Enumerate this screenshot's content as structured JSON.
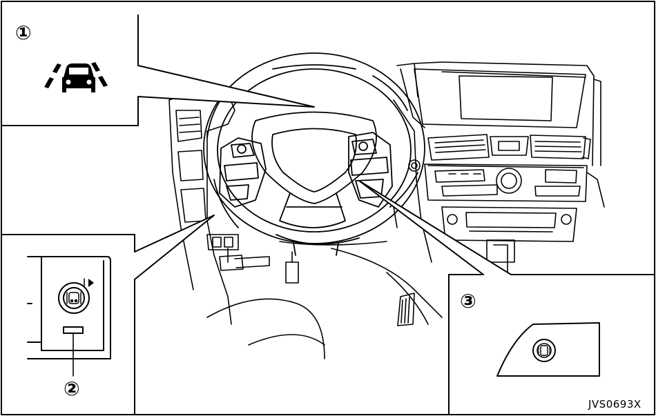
{
  "callouts": {
    "c1": "①",
    "c2": "②",
    "c3": "③"
  },
  "figure_code": "JVS0693X",
  "icons": {
    "lane_warning": "lane-departure-car-icon",
    "lane_switch": "lane-switch-icon"
  },
  "colors": {
    "line": "#000000",
    "background": "#ffffff"
  }
}
